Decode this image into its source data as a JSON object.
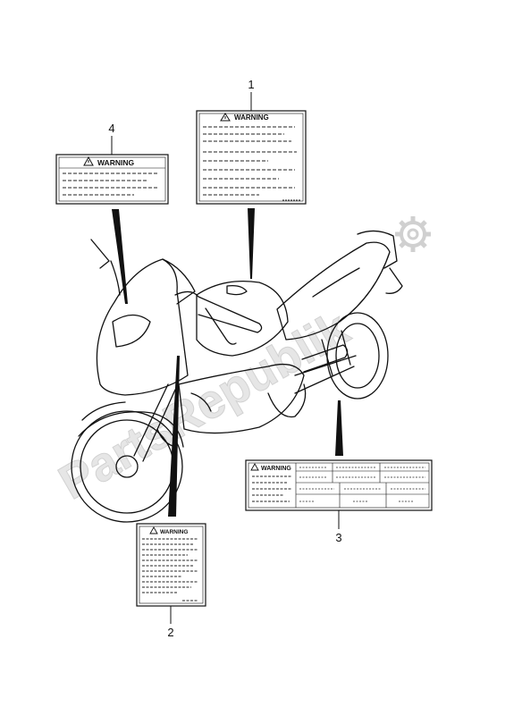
{
  "watermark": {
    "text": "PartsRepublik"
  },
  "labels": [
    {
      "number": "1",
      "title": "WARNING"
    },
    {
      "number": "2",
      "title": "WARNING"
    },
    {
      "number": "3",
      "title": "WARNING"
    },
    {
      "number": "4",
      "title": "WARNING"
    }
  ],
  "icons": {
    "warning": "warning-triangle-icon",
    "brand": "gear-icon"
  },
  "colors": {
    "line": "#111111",
    "watermark": "#e0e0e0"
  }
}
